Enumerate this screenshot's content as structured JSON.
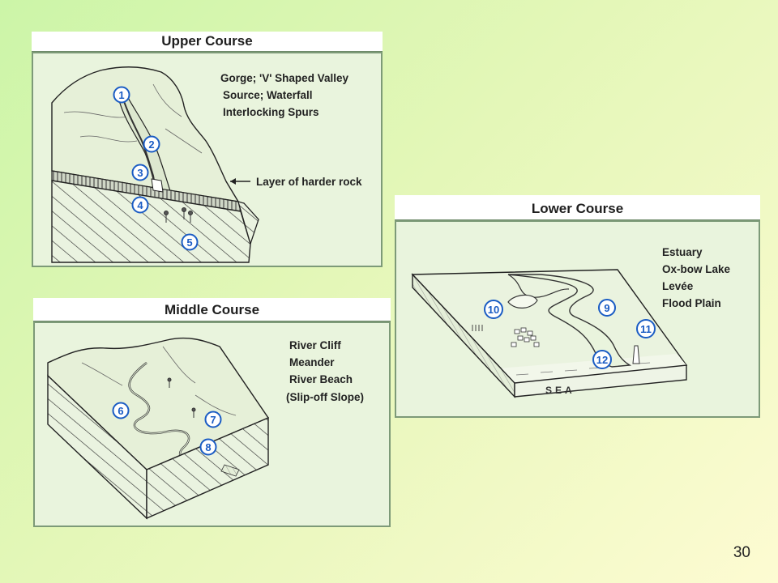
{
  "slide": {
    "page_number": "30",
    "colors": {
      "background_start": "#ccf5a8",
      "background_end": "#fdfbd2",
      "panel_fill": "#e9f4dd",
      "marker_blue": "#1a5cc4"
    }
  },
  "upper": {
    "title": "Upper Course",
    "features": [
      "Gorge; 'V' Shaped Valley",
      "Source; Waterfall",
      "Interlocking Spurs"
    ],
    "rock_label": "Layer of harder rock",
    "markers": [
      "1",
      "2",
      "3",
      "4",
      "5"
    ]
  },
  "middle": {
    "title": "Middle Course",
    "features": [
      "River Cliff",
      "Meander",
      "River Beach",
      "(Slip-off Slope)"
    ],
    "markers": [
      "6",
      "7",
      "8"
    ]
  },
  "lower": {
    "title": "Lower Course",
    "features": [
      "Estuary",
      "Ox-bow Lake",
      "Levée",
      "Flood Plain"
    ],
    "sea_label": "SEA",
    "markers": [
      "9",
      "10",
      "11",
      "12"
    ]
  }
}
